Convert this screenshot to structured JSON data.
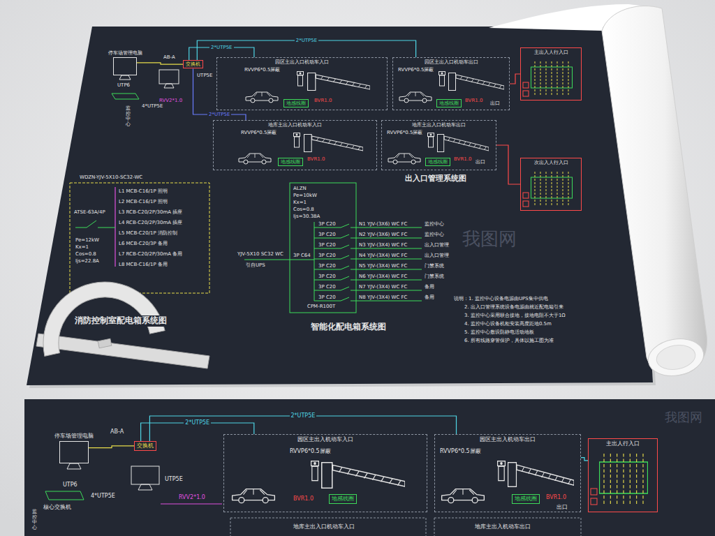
{
  "diagram": {
    "nodes": [
      {
        "text": [
          "停车场管理电脑"
        ]
      },
      {
        "text": [
          "交换机"
        ]
      },
      {
        "text": [
          "园区主出入口机动车入口"
        ]
      },
      {
        "text": [
          "园区主出入口机动车出口"
        ]
      },
      {
        "text": [
          "地库主出入口机动车入口"
        ]
      },
      {
        "text": [
          "地库主出入口机动车出口"
        ]
      },
      {
        "text": [
          "地感线圈"
        ],
        "in": 2
      },
      {
        "text": [
          "地感线圈"
        ],
        "in": 3
      },
      {
        "text": [
          "地感线圈"
        ],
        "in": 4
      },
      {
        "text": [
          "地感线圈"
        ],
        "in": 5
      },
      {
        "text": [
          "主出入人行入口"
        ]
      },
      {
        "text": [
          "次出入人行入口"
        ]
      },
      {
        "text": [
          "停车场管理电脑"
        ]
      },
      {
        "text": [
          "交换机"
        ]
      },
      {
        "text": [
          "园区主出入机动车入口"
        ]
      },
      {
        "text": [
          "地感线圈"
        ],
        "in": 14
      },
      {
        "text": [
          "园区主出入机动车出口"
        ]
      },
      {
        "text": [
          "地感线圈"
        ],
        "in": 16
      },
      {
        "text": [
          "主出人行入口"
        ]
      }
    ],
    "edges": [
      {
        "from": 0,
        "to": 1,
        "arrow": "none"
      },
      {
        "from": 1,
        "to": 2,
        "label": "2*UTP5E",
        "arrow": "none"
      },
      {
        "from": 1,
        "to": 3,
        "label": "2*UTP5E",
        "arrow": "none"
      },
      {
        "from": 1,
        "to": 4,
        "label": "2*UTP5E",
        "arrow": "none"
      },
      {
        "from": 3,
        "to": 10,
        "arrow": "none"
      },
      {
        "from": 5,
        "to": 11,
        "arrow": "none"
      },
      {
        "from": 12,
        "to": 13,
        "arrow": "none"
      },
      {
        "from": 13,
        "to": 14,
        "label": "2*UTP5E",
        "arrow": "none"
      },
      {
        "from": 13,
        "to": 16,
        "label": "2*UTP5E",
        "arrow": "none"
      },
      {
        "from": 16,
        "to": 18,
        "arrow": "none"
      }
    ],
    "labels": [
      "AB-A",
      "UTP6",
      "4*UTP5E",
      "监控中心",
      "UTP5E",
      "RVV2*1.0",
      "RVVP6*0.5屏蔽",
      "BVR1.0",
      "RVVP6*0.5屏蔽",
      "BVR1.0",
      "出口",
      "RVVP6*0.5屏蔽",
      "BVR1.0",
      "RVVP6*0.5屏蔽",
      "BVR1.0",
      "出口",
      "出入口管理系统图",
      "WDZN-YJV-5X10-SC32-WC",
      "L1 MCB-C16/1P 照明",
      "L2 MCB-C16/1P 照明",
      "L3 RCB-C20/2P/30mA 插座",
      "L4 RCB-C20/2P/30mA 插座",
      "L5 MCB-C20/1P 消防控制",
      "L6 MCB-C20/3P 备用",
      "L7 RCB-C20/2P/30mA 备用",
      "L8 MCB-C16/1P 备用",
      "ATSE-63A/4P",
      "Pe=12kW",
      "Kx=1",
      "Cos=0.8",
      "Ijs=22.8A",
      "消防控制室配电箱系统图",
      "ALZN",
      "Pe=10kW",
      "Kx=1",
      "Cos=0.8",
      "Ijs=30.38A",
      "YJV-5X10 SC32 WC",
      "引自UPS",
      "3P C64",
      "3P C20",
      "N1 YJV-(3X6) WC FC",
      "监控中心",
      "3P C20",
      "N2 YJV-(3X6) WC FC",
      "监控中心",
      "3P C20",
      "N3 YJV-(3X4) WC FC",
      "出入口管理",
      "3P C20",
      "N4 YJV-(3X4) WC FC",
      "出入口管理",
      "3P C20",
      "N5 YJV-(3X4) WC FC",
      "门禁系统",
      "3P C20",
      "N6 YJV-(3X4) WC FC",
      "门禁系统",
      "3P C20",
      "N7 YJV-(3X4) WC FC",
      "备用",
      "3P C20",
      "N8 YJV-(3X4) WC FC",
      "备用",
      "CPM-R100T",
      "智能化配电箱系统图",
      "说明：1. 监控中心设备电源由UPS集中供电",
      "2. 出入口管理系统设备电源由就近配电箱引来",
      "3. 监控中心采用联合接地，接地电阻不大于1Ω",
      "4. 监控中心设备机柜安装高度距地0.5m",
      "5. 监控中心敷设防静电活动地板",
      "6. 所有线路穿管保护，具体以施工图为准",
      "我图网",
      "AB-A",
      "UTP6",
      "核心交换机",
      "4*UTP5E",
      "监控中心",
      "UTP5E",
      "RVV2*1.0",
      "RVVP6*0.5屏蔽",
      "BVR1.0",
      "RVVP6*0.5屏蔽",
      "BVR1.0",
      "出口",
      "地库主出入口机动车入口",
      "地库主出入机动车出口",
      "我图网"
    ]
  }
}
